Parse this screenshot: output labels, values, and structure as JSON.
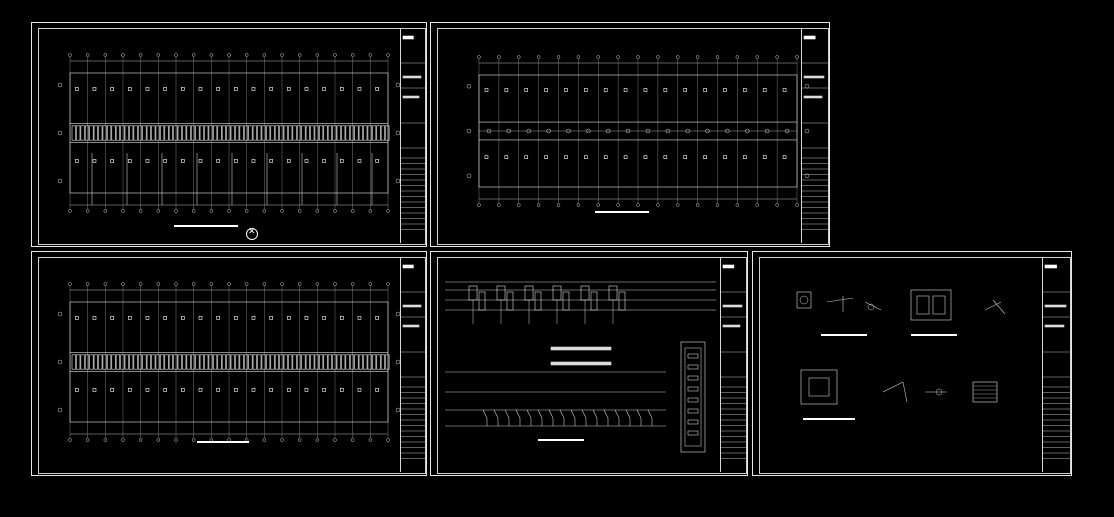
{
  "app": {
    "title": ""
  },
  "sheets": [
    {
      "id": "sheet-1",
      "caption": "",
      "north_arrow": true
    },
    {
      "id": "sheet-2",
      "caption": ""
    },
    {
      "id": "sheet-3",
      "caption": ""
    },
    {
      "id": "sheet-4",
      "caption": ""
    },
    {
      "id": "sheet-5",
      "captions": [
        "",
        "",
        ""
      ]
    }
  ],
  "colors": {
    "background": "#000000",
    "line": "#ffffff"
  }
}
